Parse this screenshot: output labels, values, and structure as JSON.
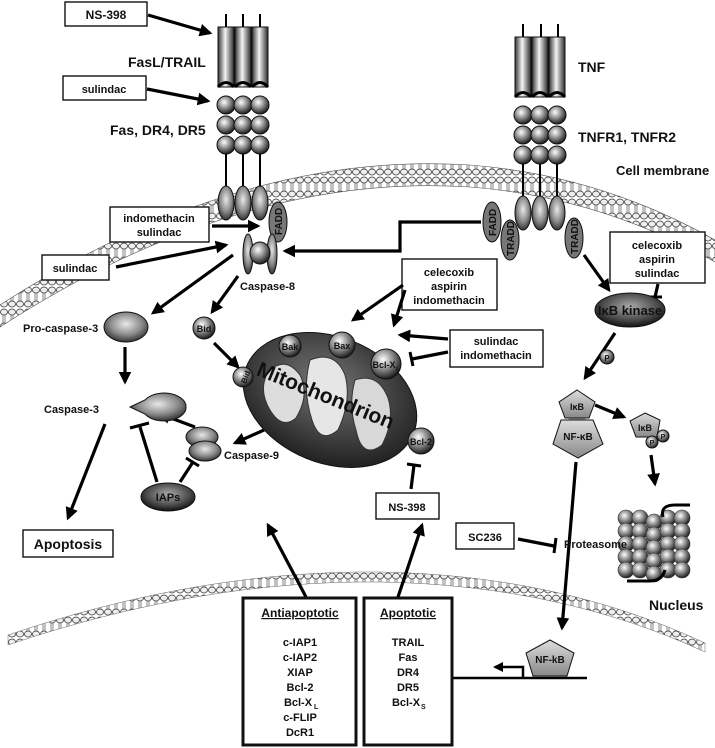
{
  "receptors": {
    "fas_ligand": "FasL/TRAIL",
    "fas_receptor": "Fas, DR4, DR5",
    "tnf_ligand": "TNF",
    "tnf_receptor": "TNFR1, TNFR2",
    "cell_membrane": "Cell membrane",
    "nucleus": "Nucleus"
  },
  "drug_boxes": {
    "ns398_top": "NS-398",
    "sulindac_receptor": "sulindac",
    "indomethacin_sulindac": [
      "indomethacin",
      "sulindac"
    ],
    "sulindac_caspase8": "sulindac",
    "celecoxib_aspirin_indomethacin": [
      "celecoxib",
      "aspirin",
      "indomethacin"
    ],
    "sulindac_indomethacin": [
      "sulindac",
      "indomethacin"
    ],
    "celecoxib_aspirin_sulindac": [
      "celecoxib",
      "aspirin",
      "sulindac"
    ],
    "ns398_bcl2": "NS-398",
    "sc236": "SC236"
  },
  "proteins": {
    "fadd": "FADD",
    "tradd": "TRADD",
    "caspase8": "Caspase-8",
    "pro_caspase3": "Pro-caspase-3",
    "caspase3": "Caspase-3",
    "caspase9": "Caspase-9",
    "iaps": "IAPs",
    "bid": "Bid",
    "tbid": "tBid",
    "bak": "Bak",
    "bax": "Bax",
    "bclxl": "Bcl-X",
    "bclxl_sub": "L",
    "bcl2": "Bcl-2",
    "mitochondrion": "Mitochondrion",
    "ikb_kinase": "IκB kinase",
    "phospho": "P",
    "ikb": "IκB",
    "nfkb": "NF-κB",
    "nfkb_nucleus": "NF-kB",
    "proteasome": "Proteasome"
  },
  "outcomes": {
    "apoptosis": "Apoptosis"
  },
  "gene_boxes": {
    "antiapoptotic": {
      "title": "Antiapoptotic",
      "items": [
        "c-IAP1",
        "c-IAP2",
        "XIAP",
        "Bcl-2",
        "Bcl-X",
        "c-FLIP",
        "DcR1"
      ],
      "bclx_sub": "L"
    },
    "apoptotic": {
      "title": "Apoptotic",
      "items": [
        "TRAIL",
        "Fas",
        "DR4",
        "DR5",
        "Bcl-X"
      ],
      "bclx_sub": "S"
    }
  }
}
